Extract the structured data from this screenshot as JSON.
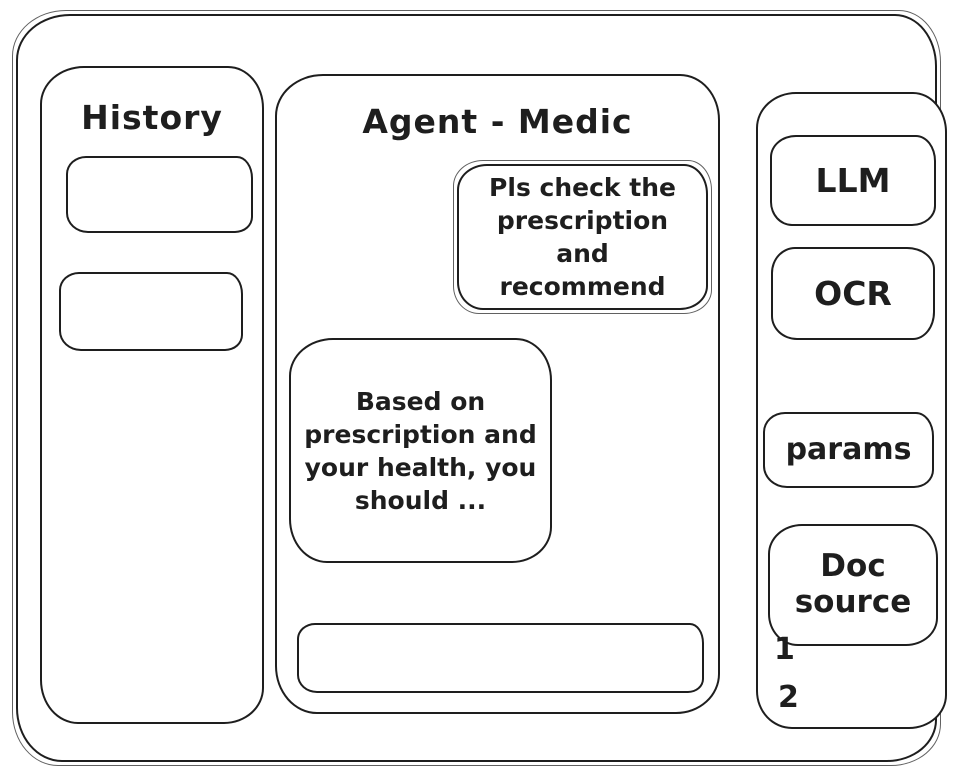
{
  "colors": {
    "stroke": "#1e1e1e",
    "background": "#ffffff"
  },
  "left_sidebar": {
    "title": "History",
    "items": [
      {
        "label": ""
      },
      {
        "label": ""
      }
    ]
  },
  "chat_panel": {
    "title": "Agent - Medic",
    "user_message": "Pls check the prescription and recommend",
    "assistant_message": "Based on prescription and your health, you should ...",
    "input_value": ""
  },
  "right_sidebar": {
    "llm_label": "LLM",
    "ocr_label": "OCR",
    "params_label": "params",
    "doc_source_label": "Doc source",
    "doc_items": [
      "1",
      "2"
    ]
  }
}
